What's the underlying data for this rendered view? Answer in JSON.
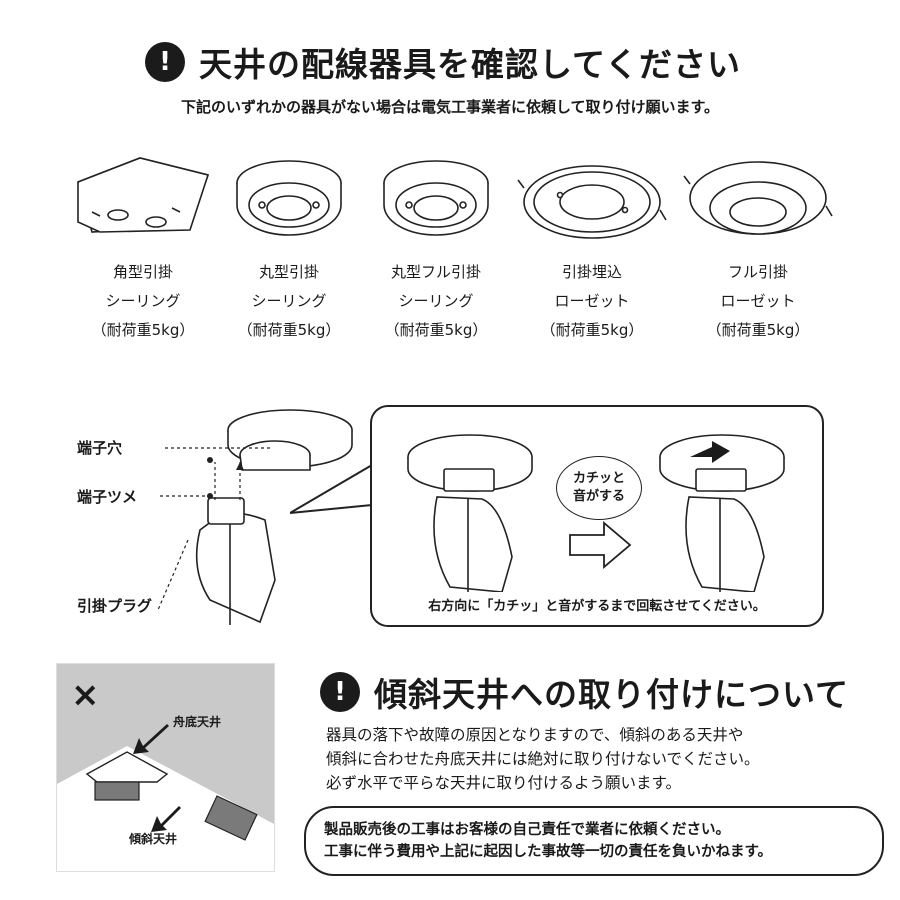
{
  "header": {
    "alert_symbol": "!",
    "title": "天井の配線器具を確認してください",
    "subtitle": "下記のいずれかの器具がない場合は電気工事業者に依頼して取り付け願います。"
  },
  "devices": [
    {
      "icon": "square-ceiling-hook-icon",
      "line1": "角型引掛",
      "line2": "シーリング",
      "line3": "（耐荷重5kg）"
    },
    {
      "icon": "round-ceiling-hook-icon",
      "line1": "丸型引掛",
      "line2": "シーリング",
      "line3": "（耐荷重5kg）"
    },
    {
      "icon": "round-full-ceiling-hook-icon",
      "line1": "丸型フル引掛",
      "line2": "シーリング",
      "line3": "（耐荷重5kg）"
    },
    {
      "icon": "embedded-rosette-icon",
      "line1": "引掛埋込",
      "line2": "ローゼット",
      "line3": "（耐荷重5kg）"
    },
    {
      "icon": "full-rosette-icon",
      "line1": "フル引掛",
      "line2": "ローゼット",
      "line3": "（耐荷重5kg）"
    }
  ],
  "install": {
    "label_terminal_hole": "端子穴",
    "label_terminal_claw": "端子ツメ",
    "label_plug": "引掛プラグ",
    "speech_line1": "カチッと",
    "speech_line2": "音がする",
    "caption": "右方向に「カチッ」と音がするまで回転させてください。"
  },
  "slope_section": {
    "alert_symbol": "!",
    "cross_symbol": "×",
    "label_boat_ceiling": "舟底天井",
    "label_sloped_ceiling": "傾斜天井",
    "title": "傾斜天井への取り付けについて",
    "body_line1": "器具の落下や故障の原因となりますので、傾斜のある天井や",
    "body_line2": "傾斜に合わせた舟底天井には絶対に取り付けないでください。",
    "body_line3": "必ず水平で平らな天井に取り付けるよう願います。"
  },
  "notice": {
    "line1": "製品販売後の工事はお客様の自己責任で業者に依頼ください。",
    "line2": "工事に伴う費用や上記に起因した事故等一切の責任を負いかねます。"
  },
  "colors": {
    "ink": "#1b1b1b",
    "gray_fill": "#c9c9c9",
    "dark_gray": "#7a7a7a"
  }
}
